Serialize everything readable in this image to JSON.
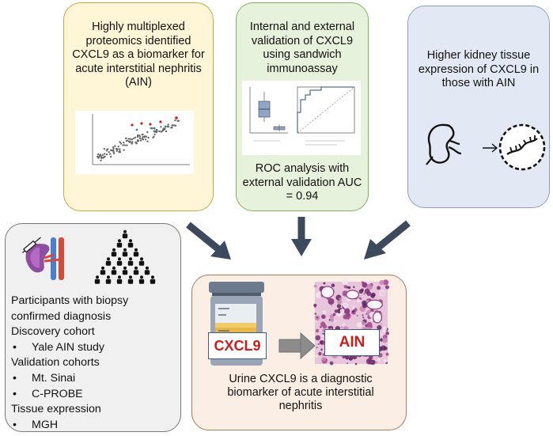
{
  "panels": {
    "proteomics": {
      "text": "Highly multiplexed proteomics identified CXCL9 as a biomarker for acute interstitial nephritis (AIN)"
    },
    "validation": {
      "text_top": "Internal and external validation of CXCL9 using sandwich immunoassay",
      "text_bottom": "ROC analysis with external validation AUC = 0.94"
    },
    "tissue": {
      "text": "Higher kidney tissue expression of CXCL9 in those with AIN"
    },
    "participants": {
      "rows": [
        {
          "text": "Participants with biopsy",
          "bullet": false
        },
        {
          "text": "confirmed diagnosis",
          "bullet": false
        },
        {
          "text": "Discovery cohort",
          "bullet": false
        },
        {
          "text": "Yale AIN study",
          "bullet": true
        },
        {
          "text": "Validation cohorts",
          "bullet": false
        },
        {
          "text": "Mt. Sinai",
          "bullet": true
        },
        {
          "text": "C-PROBE",
          "bullet": true
        },
        {
          "text": "Tissue expression",
          "bullet": false
        },
        {
          "text": "MGH",
          "bullet": true
        }
      ],
      "bullet_char": "•"
    },
    "conclusion": {
      "cxcl9_label": "CXCL9",
      "ain_label": "AIN",
      "text": "Urine CXCL9 is a diagnostic biomarker of acute interstitial nephritis"
    }
  },
  "colors": {
    "arrow": "#3d4a5e",
    "highlight_red": "#c6201f",
    "label_border": "#3e5a86"
  }
}
